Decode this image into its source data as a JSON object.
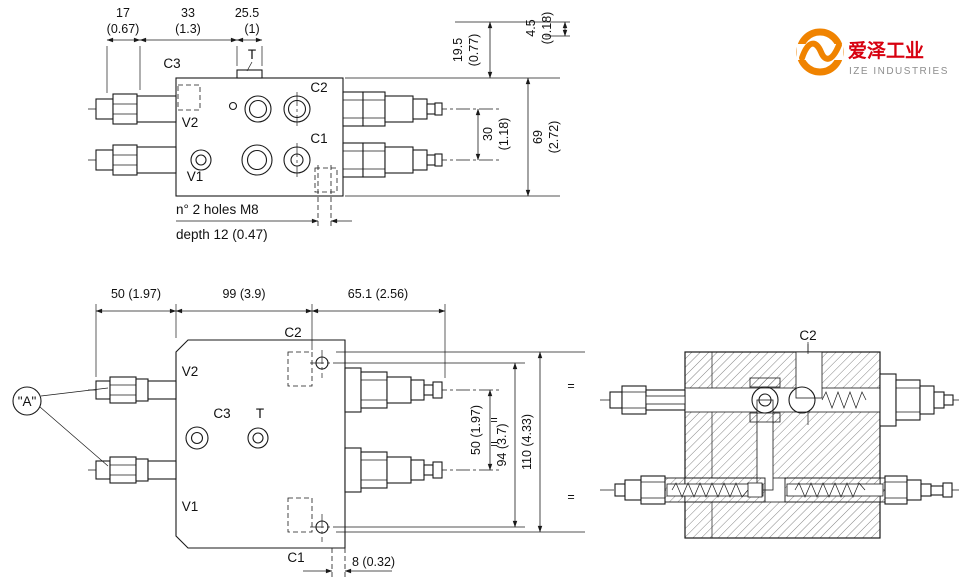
{
  "logo": {
    "cn": "爱泽工业",
    "en": "IZE INDUSTRIES"
  },
  "top_view": {
    "dim_17": "17",
    "dim_17_in": "(0.67)",
    "dim_33": "33",
    "dim_33_in": "(1.3)",
    "dim_25_5": "25.5",
    "dim_25_5_in": "(1)",
    "dim_19_5": "19.5",
    "dim_19_5_in": "(0.77)",
    "dim_4_5": "4.5",
    "dim_4_5_in": "(0.18)",
    "dim_30": "30",
    "dim_30_in": "(1.18)",
    "dim_69": "69",
    "dim_69_in": "(2.72)",
    "port_c3": "C3",
    "port_t": "T",
    "port_c2": "C2",
    "port_v2": "V2",
    "port_c1": "C1",
    "port_v1": "V1",
    "note_holes": "n° 2 holes M8",
    "note_depth": "depth 12 (0.47)"
  },
  "front_view": {
    "dim_50": "50 (1.97)",
    "dim_99": "99 (3.9)",
    "dim_65_1": "65.1 (2.56)",
    "dim_50_right": "50 (1.97)",
    "dim_94": "94 (3.7)",
    "dim_110": "110 (4.33)",
    "dim_8": "8 (0.32)",
    "balloon_a": "\"A\"",
    "port_v2": "V2",
    "port_c3": "C3",
    "port_t": "T",
    "port_v1": "V1",
    "port_c1": "C1",
    "port_c2": "C2",
    "equal_mark": "="
  },
  "section_view": {
    "port_c2": "C2"
  }
}
